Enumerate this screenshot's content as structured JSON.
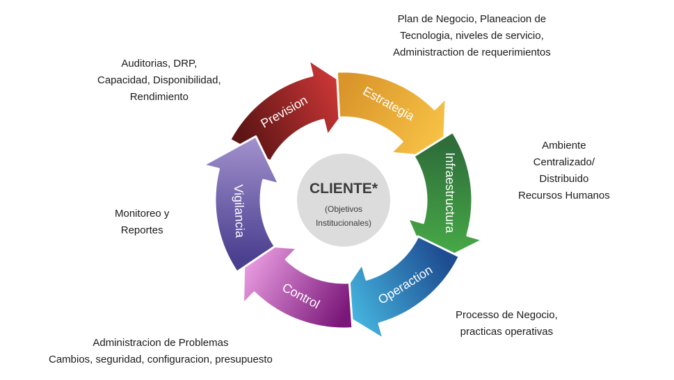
{
  "center": {
    "title": "CLIENTE*",
    "subtitle_line1": "(Objetivos",
    "subtitle_line2": "Institucionales)"
  },
  "segments": [
    {
      "label": "Estrategia",
      "start_color": "#d9952a",
      "end_color": "#fac648"
    },
    {
      "label": "Infraestructura",
      "start_color": "#2e6e3a",
      "end_color": "#4ab048"
    },
    {
      "label": "Operaction",
      "start_color": "#1e4d92",
      "end_color": "#49bfe6"
    },
    {
      "label": "Control",
      "start_color": "#7a1779",
      "end_color": "#f2a8ea"
    },
    {
      "label": "Vigilancia",
      "start_color": "#4b3f8f",
      "end_color": "#a291cd"
    },
    {
      "label": "Prevision",
      "start_color": "#5e1515",
      "end_color": "#d83a3a"
    }
  ],
  "notes": {
    "estrategia": [
      "Plan de Negocio, Planeacion de",
      "Tecnologia, niveles de servicio,",
      "Administraction de requerimientos"
    ],
    "infraestructura": [
      "Ambiente",
      "Centralizado/",
      "Distribuido",
      "Recursos Humanos"
    ],
    "operaction": [
      "Processo de Negocio,",
      "practicas operativas"
    ],
    "control": [
      "Administracion de Problemas",
      "Cambios, seguridad, configuracion, presupuesto"
    ],
    "vigilancia": [
      "Monitoreo y",
      "Reportes"
    ],
    "prevision": [
      "Auditorias, DRP,",
      "Capacidad, Disponibilidad,",
      "Rendimiento"
    ]
  }
}
